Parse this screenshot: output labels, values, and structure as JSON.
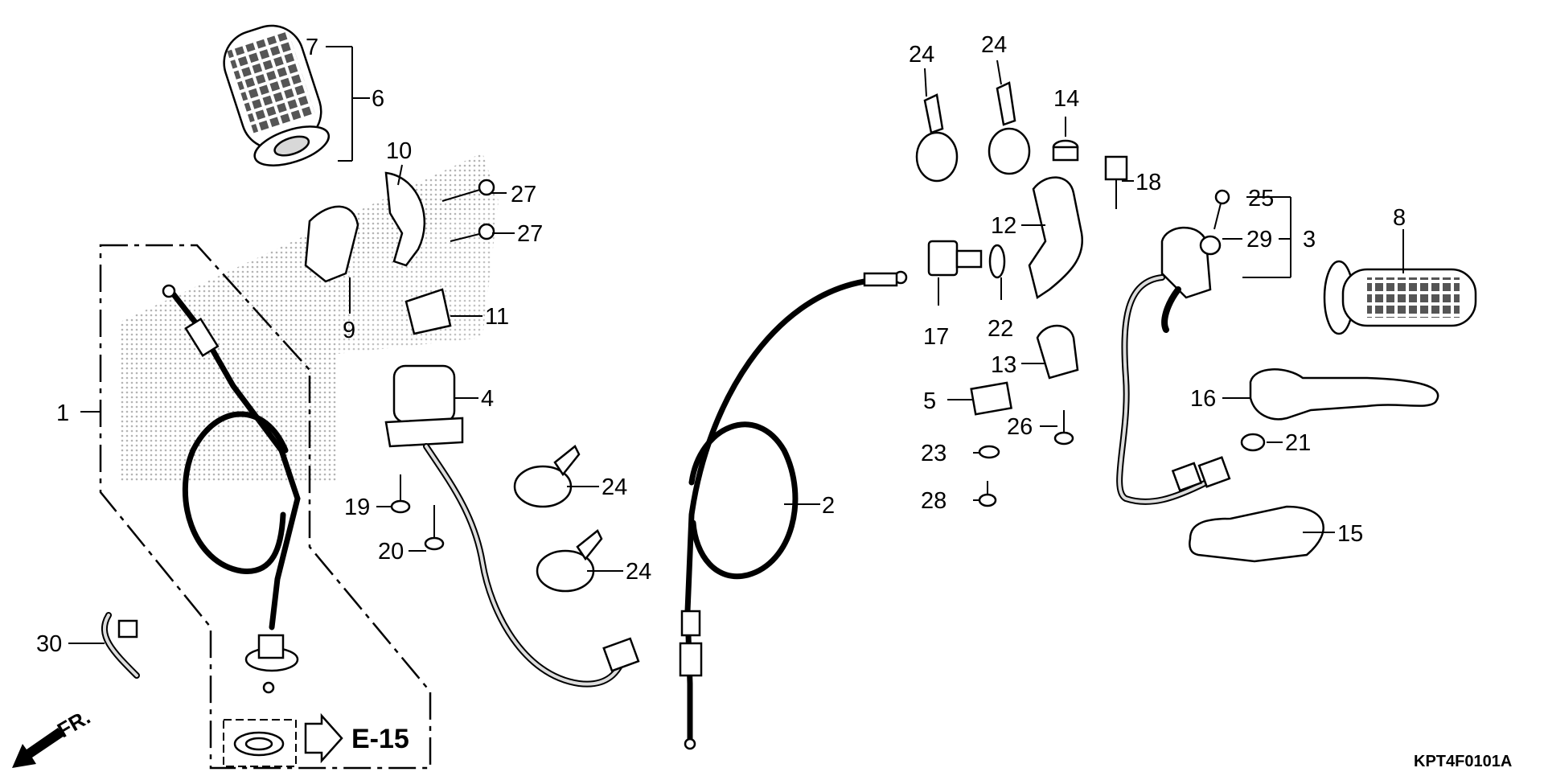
{
  "diagram": {
    "callouts": [
      {
        "id": "c1",
        "text": "1"
      },
      {
        "id": "c2",
        "text": "2"
      },
      {
        "id": "c3",
        "text": "3"
      },
      {
        "id": "c4",
        "text": "4"
      },
      {
        "id": "c5",
        "text": "5"
      },
      {
        "id": "c6",
        "text": "6"
      },
      {
        "id": "c7",
        "text": "7"
      },
      {
        "id": "c8",
        "text": "8"
      },
      {
        "id": "c9",
        "text": "9"
      },
      {
        "id": "c10",
        "text": "10"
      },
      {
        "id": "c11",
        "text": "11"
      },
      {
        "id": "c12",
        "text": "12"
      },
      {
        "id": "c13",
        "text": "13"
      },
      {
        "id": "c14",
        "text": "14"
      },
      {
        "id": "c15",
        "text": "15"
      },
      {
        "id": "c16",
        "text": "16"
      },
      {
        "id": "c17",
        "text": "17"
      },
      {
        "id": "c18",
        "text": "18"
      },
      {
        "id": "c19",
        "text": "19"
      },
      {
        "id": "c20",
        "text": "20"
      },
      {
        "id": "c21",
        "text": "21"
      },
      {
        "id": "c22",
        "text": "22"
      },
      {
        "id": "c23",
        "text": "23"
      },
      {
        "id": "c24a",
        "text": "24"
      },
      {
        "id": "c24b",
        "text": "24"
      },
      {
        "id": "c24c",
        "text": "24"
      },
      {
        "id": "c24d",
        "text": "24"
      },
      {
        "id": "c25",
        "text": "25"
      },
      {
        "id": "c26",
        "text": "26"
      },
      {
        "id": "c27a",
        "text": "27"
      },
      {
        "id": "c27b",
        "text": "27"
      },
      {
        "id": "c28",
        "text": "28"
      },
      {
        "id": "c29",
        "text": "29"
      },
      {
        "id": "c30",
        "text": "30"
      }
    ],
    "reference": "E-15",
    "direction": "FR.",
    "code": "KPT4F0101A"
  }
}
